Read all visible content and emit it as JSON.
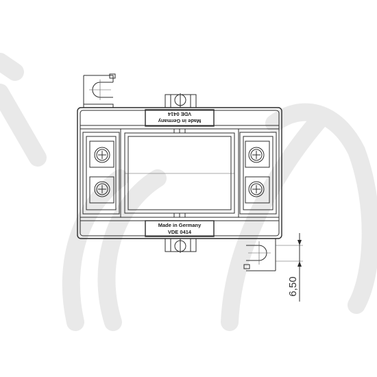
{
  "drawing": {
    "label_top": {
      "line1": "Made in Germany",
      "line2": "VDE 0414"
    },
    "label_bottom": {
      "line1": "Made in Germany",
      "line2": "VDE 0414"
    },
    "dimension": {
      "value": "6,50"
    }
  },
  "colors": {
    "line": "#2b2b2b",
    "watermark": "#e9e9e9",
    "background": "#ffffff"
  }
}
